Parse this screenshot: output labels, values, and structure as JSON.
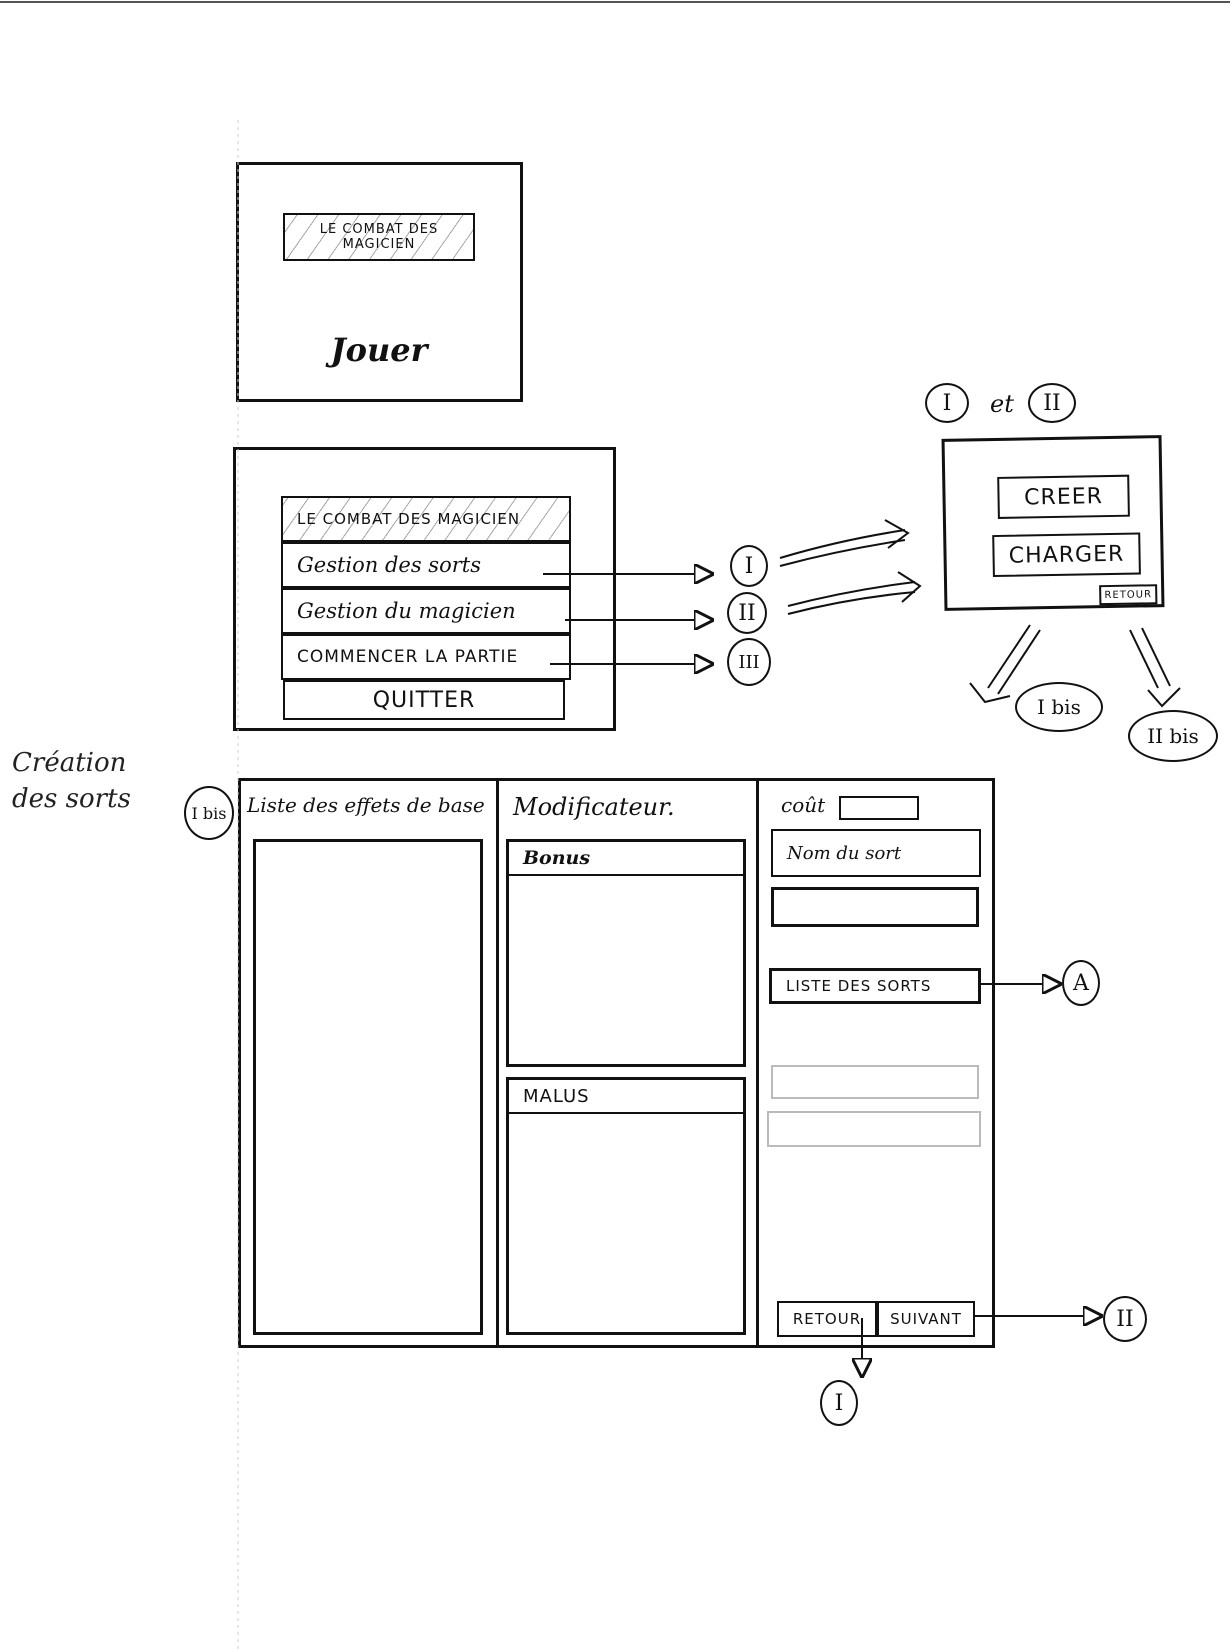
{
  "screen_jouer": {
    "title": "LE COMBAT DES MAGICIEN",
    "play_label": "Jouer"
  },
  "screen_main_menu": {
    "title": "LE COMBAT DES MAGICIEN",
    "items": [
      {
        "label": "Gestion des sorts",
        "marker": "I"
      },
      {
        "label": "Gestion du magicien",
        "marker": "II"
      },
      {
        "label": "COMMENCER LA PARTIE",
        "marker": "III"
      },
      {
        "label": "QUITTER"
      }
    ]
  },
  "screen_create_load": {
    "heading_left": "I",
    "heading_mid": "et",
    "heading_right": "II",
    "create_label": "CREER",
    "load_label": "CHARGER",
    "back_label": "RETOUR",
    "result_left": "I bis",
    "result_right": "II bis"
  },
  "side_note": {
    "line1": "Création",
    "line2": "des sorts"
  },
  "screen_spell_creation": {
    "marker": "I bis",
    "col_effects_header": "Liste des effets de base",
    "col_modifiers_header": "Modificateur.",
    "bonus_label": "Bonus",
    "malus_label": "MALUS",
    "cost_label": "coût",
    "spell_name_label": "Nom du sort",
    "spell_list_label": "LISTE DES SORTS",
    "spell_list_marker": "A",
    "faded_button_1": "",
    "faded_button_2": "",
    "back_label": "RETOUR",
    "next_label": "SUIVANT",
    "back_marker": "I",
    "next_marker": "II"
  }
}
